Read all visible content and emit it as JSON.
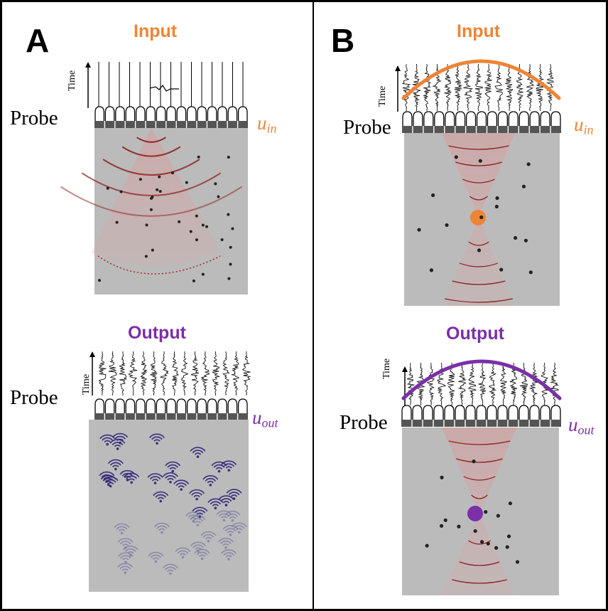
{
  "panels": [
    {
      "letter": "A",
      "input": {
        "title": "Input",
        "probe_label": "Probe",
        "time_label": "Time",
        "u_symbol": "u",
        "u_sub": "in"
      },
      "output": {
        "title": "Output",
        "probe_label": "Probe",
        "time_label": "Time",
        "u_symbol": "u",
        "u_sub": "out"
      }
    },
    {
      "letter": "B",
      "input": {
        "title": "Input",
        "probe_label": "Probe",
        "time_label": "Time",
        "u_symbol": "u",
        "u_sub": "in"
      },
      "output": {
        "title": "Output",
        "probe_label": "Probe",
        "time_label": "Time",
        "u_symbol": "u",
        "u_sub": "out"
      }
    }
  ],
  "colors": {
    "input": "#ee8434",
    "output": "#7b2fa8",
    "wave": "#8b1a1a",
    "medium": "#bbbbbb",
    "scatterer": "#222222"
  }
}
